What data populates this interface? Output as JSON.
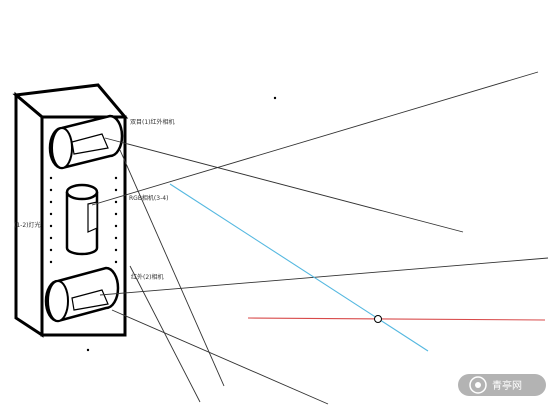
{
  "labels": {
    "top_camera": "双目(1)红外相机",
    "middle_camera": "RGB相机(3-4)",
    "bottom_camera": "红外(2)相机",
    "left_side": "(1-2)灯光"
  },
  "watermark": {
    "text": "青亭网"
  },
  "colors": {
    "outline": "#000000",
    "ray": "#333333",
    "blue_line": "#55b8e0",
    "red_line": "#d84a4a",
    "watermark_bg": "#9a9a9a"
  }
}
